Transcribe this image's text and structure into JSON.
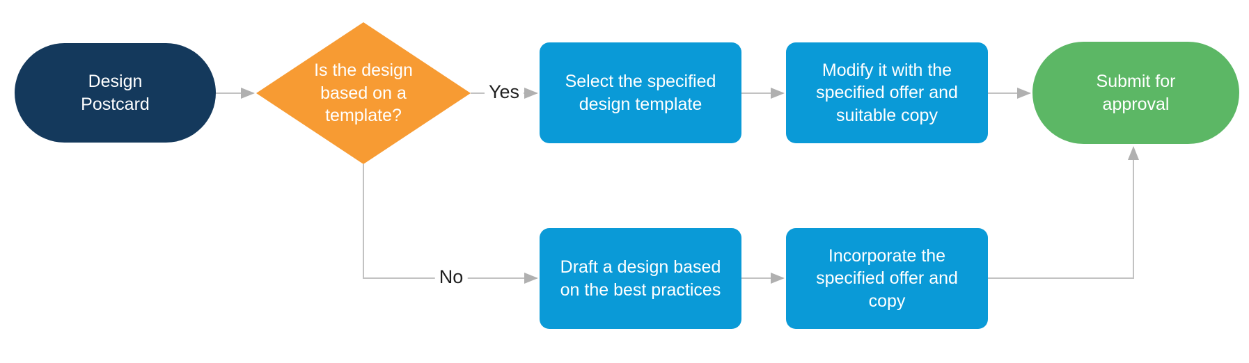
{
  "flowchart": {
    "nodes": [
      {
        "id": "start",
        "type": "terminator",
        "label": "Design\nPostcard",
        "color": "#14395C"
      },
      {
        "id": "decision",
        "type": "decision",
        "label": "Is the design\nbased on a\ntemplate?",
        "color": "#F79B33"
      },
      {
        "id": "select",
        "type": "process",
        "label": "Select the specified\ndesign template",
        "color": "#0A9AD7"
      },
      {
        "id": "modify",
        "type": "process",
        "label": "Modify it with the\nspecified offer and\nsuitable copy",
        "color": "#0A9AD7"
      },
      {
        "id": "end",
        "type": "terminator",
        "label": "Submit for\napproval",
        "color": "#5CB765"
      },
      {
        "id": "draft",
        "type": "process",
        "label": "Draft a design based\non the best practices",
        "color": "#0A9AD7"
      },
      {
        "id": "incorporate",
        "type": "process",
        "label": "Incorporate the\nspecified offer and\ncopy",
        "color": "#0A9AD7"
      }
    ],
    "edges": [
      {
        "from": "start",
        "to": "decision",
        "label": ""
      },
      {
        "from": "decision",
        "to": "select",
        "label": "Yes"
      },
      {
        "from": "select",
        "to": "modify",
        "label": ""
      },
      {
        "from": "modify",
        "to": "end",
        "label": ""
      },
      {
        "from": "decision",
        "to": "draft",
        "label": "No"
      },
      {
        "from": "draft",
        "to": "incorporate",
        "label": ""
      },
      {
        "from": "incorporate",
        "to": "end",
        "label": ""
      }
    ],
    "colors": {
      "connector_line": "#C2C2C2",
      "arrowhead": "#B0B0B0",
      "text_on_nodes": "#FFFFFF",
      "edge_label_text": "#1F1F1F",
      "background": "#FFFFFF"
    }
  }
}
